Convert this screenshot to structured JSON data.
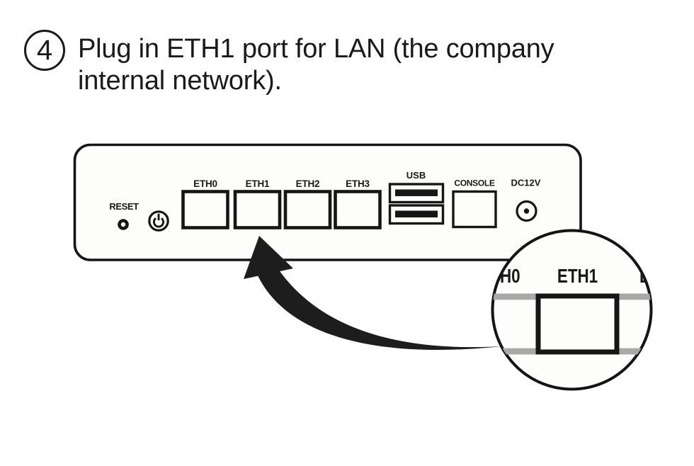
{
  "step": {
    "number": "4",
    "instruction_lines": [
      "Plug in ETH1 port for LAN (the company",
      "internal network)."
    ]
  },
  "panel": {
    "reset_label": "RESET",
    "eth_port_labels": [
      "ETH0",
      "ETH1",
      "ETH2",
      "ETH3"
    ],
    "usb_label": "USB",
    "console_label": "CONSOLE",
    "dc12v_label": "DC12V"
  },
  "lens": {
    "left_partial": "H0",
    "center_label": "ETH1",
    "right_partial": "E"
  },
  "icons": {
    "power_button": "power-icon",
    "reset_hole": "reset-pinhole-icon",
    "dc_jack": "dc-barrel-jack-icon",
    "callout_arrow": "curved-arrow-icon",
    "magnifier": "magnifier-circle"
  },
  "colors": {
    "line": "#161616",
    "text": "#1a1a1a",
    "gray_accent": "#a0a0a0",
    "panel_fill": "#fdfdfb",
    "background": "#ffffff"
  }
}
